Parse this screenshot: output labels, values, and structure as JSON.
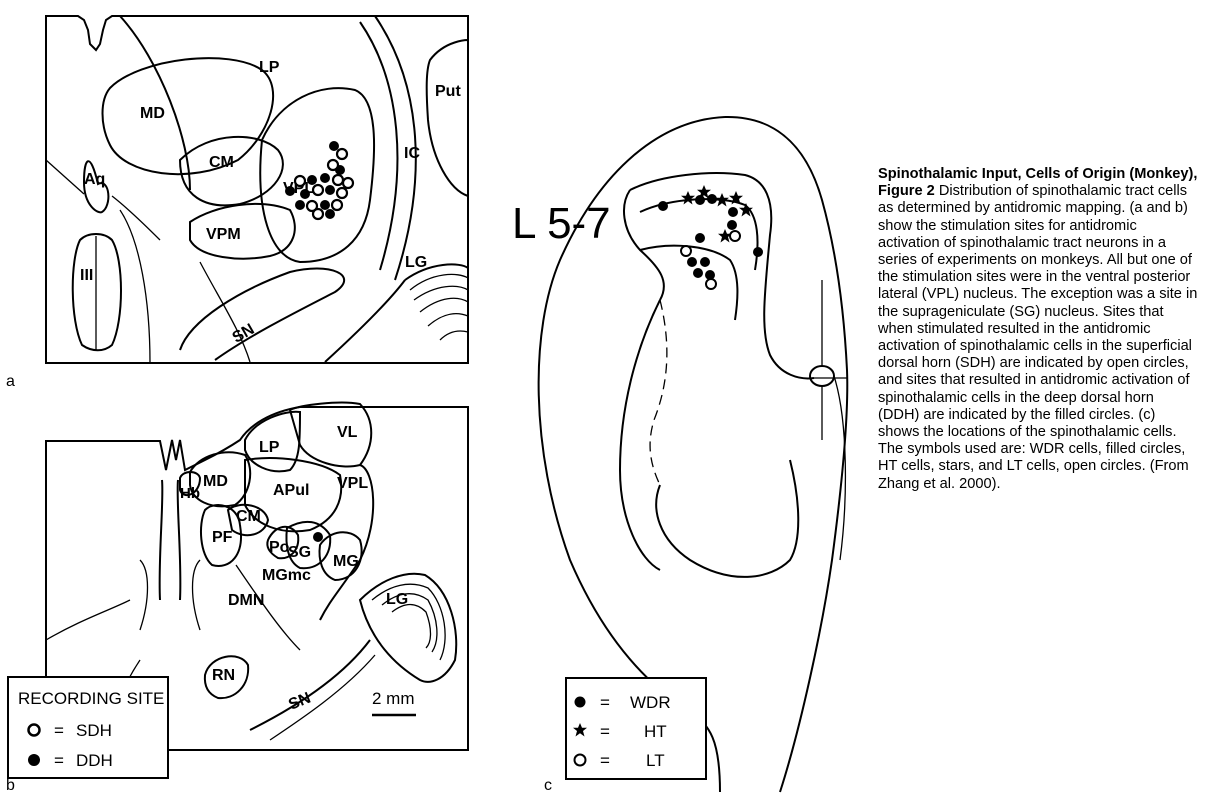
{
  "panel_a": {
    "label": "a",
    "structures": [
      "LP",
      "MD",
      "Put",
      "IC",
      "CM",
      "VPL",
      "Aq",
      "VPM",
      "III",
      "LG",
      "SN"
    ]
  },
  "panel_b": {
    "label": "b",
    "structures": [
      "VL",
      "LP",
      "MD",
      "Hb",
      "APul",
      "VPL",
      "CM",
      "PF",
      "Po",
      "SG",
      "MG",
      "MGmc",
      "LG",
      "DMN",
      "RN",
      "SN"
    ],
    "scale_bar": "2 mm",
    "legend": {
      "title": "RECORDING SITE",
      "items": [
        {
          "symbol": "open-circle",
          "eq": "=",
          "label": "SDH"
        },
        {
          "symbol": "filled-circle",
          "eq": "=",
          "label": "DDH"
        }
      ]
    }
  },
  "panel_c": {
    "label": "c",
    "segment": "L 5-7",
    "legend": {
      "items": [
        {
          "symbol": "filled-circle",
          "eq": "=",
          "label": "WDR"
        },
        {
          "symbol": "star",
          "eq": "=",
          "label": "HT"
        },
        {
          "symbol": "open-circle",
          "eq": "=",
          "label": "LT"
        }
      ]
    }
  },
  "caption": {
    "title": "Spinothalamic Input, Cells of Origin (Monkey), Figure 2",
    "body": "Distribution of spinothalamic tract cells as determined by antidromic mapping. (a and b) show the stimulation sites for antidromic activation of spinothalamic tract neurons in a series of experiments on monkeys. All but one of the stimulation sites were in the ventral posterior lateral (VPL) nucleus. The exception was a site in the suprageniculate (SG) nucleus. Sites that when stimulated resulted in the antidromic activation of spinothalamic cells in the superficial dorsal horn (SDH) are indicated by open circles, and sites that resulted in antidromic activation of spinothalamic cells in the deep dorsal horn (DDH) are indicated by the filled circles. (c) shows the locations of the spinothalamic cells. The symbols used are: WDR cells, filled circles, HT cells, stars, and LT cells, open circles. (From Zhang et al. 2000)."
  }
}
